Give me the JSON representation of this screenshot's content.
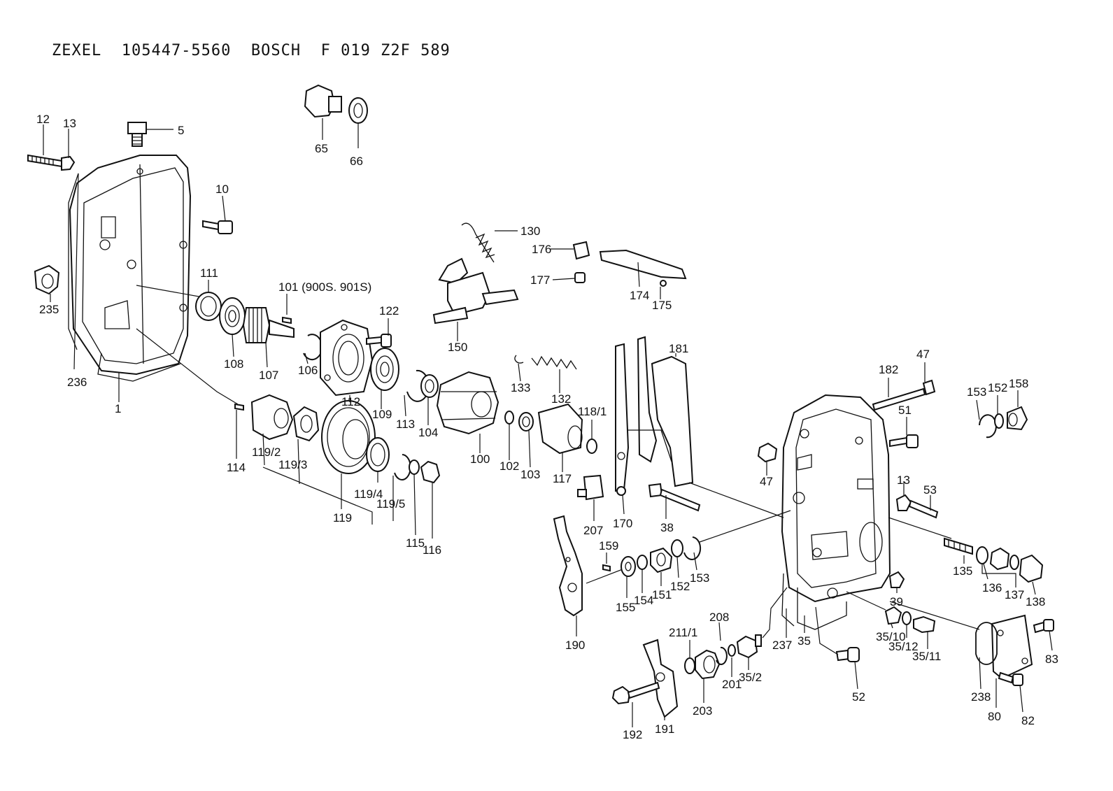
{
  "title": "ZEXEL  105447-5560  BOSCH  F 019 Z2F 589",
  "labels": {
    "p12": "12",
    "p13a": "13",
    "p5": "5",
    "p65": "65",
    "p66": "66",
    "p10": "10",
    "p235": "235",
    "p236": "236",
    "p1": "1",
    "p111": "111",
    "p108": "108",
    "p107": "107",
    "p101": "101 (900S. 901S)",
    "p106": "106",
    "p112": "112",
    "p122": "122",
    "p109": "109",
    "p113": "113",
    "p104": "104",
    "p130": "130",
    "p150": "150",
    "p176": "176",
    "p177": "177",
    "p174": "174",
    "p175": "175",
    "p133": "133",
    "p132": "132",
    "p100": "100",
    "p102": "102",
    "p103": "103",
    "p117": "117",
    "p118_1": "118/1",
    "p181": "181",
    "p182": "182",
    "p47a": "47",
    "p153a": "153",
    "p152a": "152",
    "p158": "158",
    "p51": "51",
    "p47b": "47",
    "p13b": "13",
    "p53": "53",
    "p114": "114",
    "p119_2": "119/2",
    "p119_3": "119/3",
    "p119": "119",
    "p119_4": "119/4",
    "p119_5": "119/5",
    "p115": "115",
    "p116": "116",
    "p207": "207",
    "p170": "170",
    "p38": "38",
    "p159": "159",
    "p155": "155",
    "p154": "154",
    "p151": "151",
    "p152b": "152",
    "p153b": "153",
    "p190": "190",
    "p135": "135",
    "p136": "136",
    "p137": "137",
    "p138": "138",
    "p39": "39",
    "p35_10": "35/10",
    "p35_12": "35/12",
    "p35_11": "35/11",
    "p83": "83",
    "p237": "237",
    "p35": "35",
    "p208": "208",
    "p211_1": "211/1",
    "p201": "201",
    "p35_2": "35/2",
    "p203": "203",
    "p192": "192",
    "p191": "191",
    "p52": "52",
    "p238": "238",
    "p80": "80",
    "p82": "82"
  }
}
